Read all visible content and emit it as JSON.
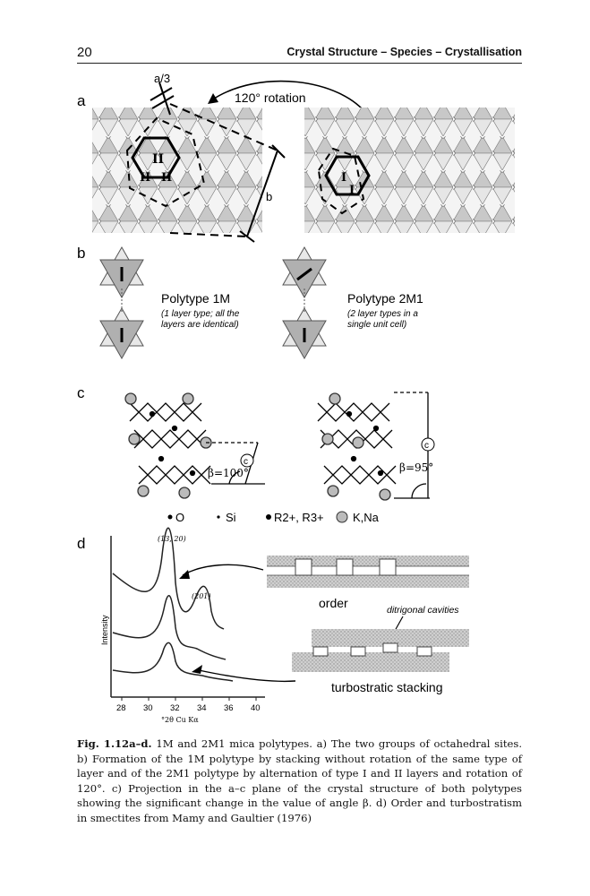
{
  "header": {
    "page_number": "20",
    "running_title": "Crystal Structure – Species – Crystallisation"
  },
  "figure": {
    "panel_a": {
      "letter": "a",
      "a_third_label": "a/3",
      "rotation_label": "120° rotation",
      "b_axis_label": "b"
    },
    "panel_b": {
      "letter": "b",
      "polytype_1m_title": "Polytype 1M",
      "polytype_1m_note_1": "(1 layer type; all the",
      "polytype_1m_note_2": "layers are identical)",
      "polytype_2m1_title": "Polytype 2M1",
      "polytype_2m1_note_1": "(2 layer types in a",
      "polytype_2m1_note_2": "single unit cell)"
    },
    "panel_c": {
      "letter": "c",
      "c_axis_label": "c",
      "beta_1m": "β=100°",
      "beta_2m1": "β=95°",
      "legend": {
        "o_label": "O",
        "si_label": "Si",
        "r_label": "R2+, R3+",
        "k_label": "K,Na"
      }
    },
    "panel_d": {
      "letter": "d",
      "peak_label_1": "(13, 20)",
      "peak_label_2": "(201)",
      "ylabel": "Intensity",
      "xlabel": "°2θ Cu Kα",
      "x_ticks": [
        "28",
        "30",
        "32",
        "34",
        "36",
        "40"
      ],
      "order_label": "order",
      "cavities_label": "ditrigonal cavities",
      "turbo_label": "turbostratic stacking"
    }
  },
  "caption": {
    "fig_label": "Fig. 1.12a–d.",
    "text": "1M and 2M1 mica polytypes. a) The two groups of octahedral sites. b) Formation of the 1M polytype by stacking without rotation of the same type of layer and of the 2M1 polytype by alternation of type I and II layers and rotation of 120°. c) Projection in the a–c plane of the crystal structure of both polytypes showing the significant change in the value of angle β. d) Order and turbostratism in smectites from Mamy and Gaultier (1976)"
  }
}
